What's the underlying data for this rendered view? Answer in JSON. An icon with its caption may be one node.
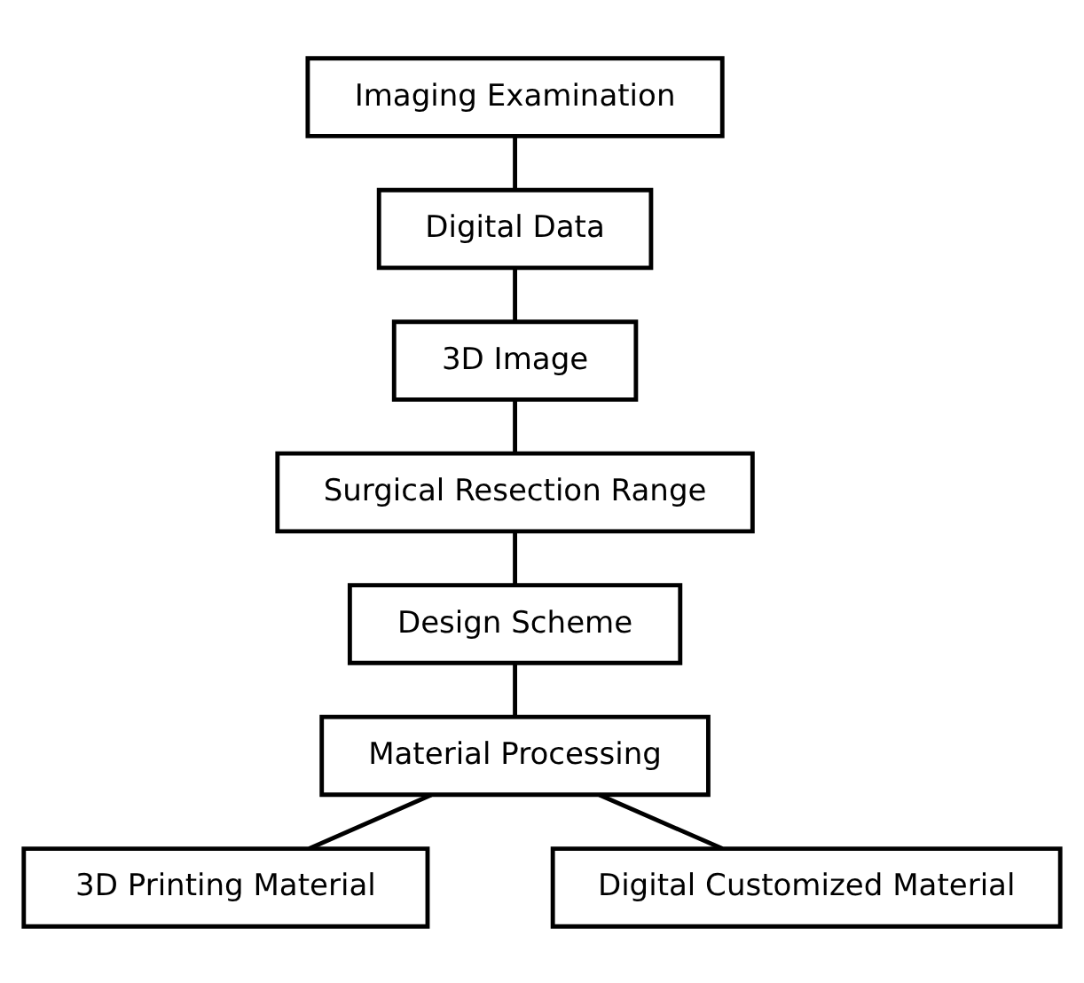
{
  "diagram": {
    "nodes": [
      {
        "text": [
          "Imaging Examination"
        ]
      },
      {
        "text": [
          "Digital Data"
        ]
      },
      {
        "text": [
          "3D Image"
        ]
      },
      {
        "text": [
          "Surgical Resection Range"
        ]
      },
      {
        "text": [
          "Design Scheme"
        ]
      },
      {
        "text": [
          "Material Processing"
        ]
      },
      {
        "text": [
          "3D Printing Material"
        ]
      },
      {
        "text": [
          "Digital Customized Material"
        ]
      }
    ],
    "edges": [
      {
        "from": 0,
        "to": 1,
        "arrow": "none"
      },
      {
        "from": 1,
        "to": 2,
        "arrow": "none"
      },
      {
        "from": 2,
        "to": 3,
        "arrow": "none"
      },
      {
        "from": 3,
        "to": 4,
        "arrow": "none"
      },
      {
        "from": 4,
        "to": 5,
        "arrow": "none"
      },
      {
        "from": 5,
        "to": 6,
        "arrow": "none"
      },
      {
        "from": 5,
        "to": 7,
        "arrow": "none"
      }
    ]
  }
}
